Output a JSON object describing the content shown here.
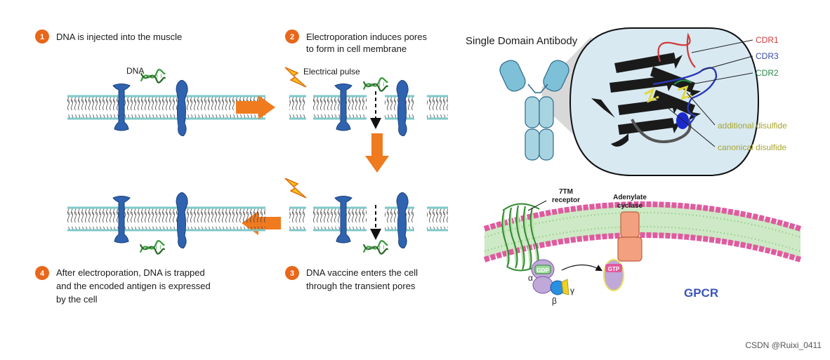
{
  "steps": [
    {
      "num": "1",
      "lines": [
        "DNA is injected into the muscle"
      ]
    },
    {
      "num": "2",
      "lines": [
        "Electroporation induces pores",
        "to form in cell membrane"
      ]
    },
    {
      "num": "3",
      "lines": [
        "DNA vaccine enters the cell",
        "through the transient pores"
      ]
    },
    {
      "num": "4",
      "lines": [
        "After electroporation, DNA is trapped",
        "and the encoded antigen is expressed",
        "by the cell"
      ]
    }
  ],
  "labels": {
    "dna": "DNA",
    "electrical_pulse": "Electrical pulse"
  },
  "antibody": {
    "title": "Single Domain Antibody",
    "cdr1": "CDR1",
    "cdr3": "CDR3",
    "cdr2": "CDR2",
    "additional_disulfide": "additional disulfide",
    "canonical_disulfide": "canonical disulfide"
  },
  "gpcr": {
    "receptor_line1": "7TM",
    "receptor_line2": "receptor",
    "cyclase_line1": "Adenylate",
    "cyclase_line2": "cyclase",
    "gdp": "GDP",
    "gtp": "GTP",
    "alpha": "α",
    "beta": "β",
    "gamma": "γ",
    "title": "GPCR"
  },
  "watermark": "CSDN @Ruixi_0411",
  "colors": {
    "step_circle": "#e8671a",
    "arrow": "#f07a1e",
    "protein": "#2f63b0",
    "dna": "#3a9a3a",
    "antibody_title": "#3a55b8",
    "cdr1": "#d23a3a",
    "cdr3": "#3a4aa8",
    "cdr2": "#2a8a4a",
    "disulfide": "#a8a530",
    "gpcr_title": "#3a55b8"
  }
}
